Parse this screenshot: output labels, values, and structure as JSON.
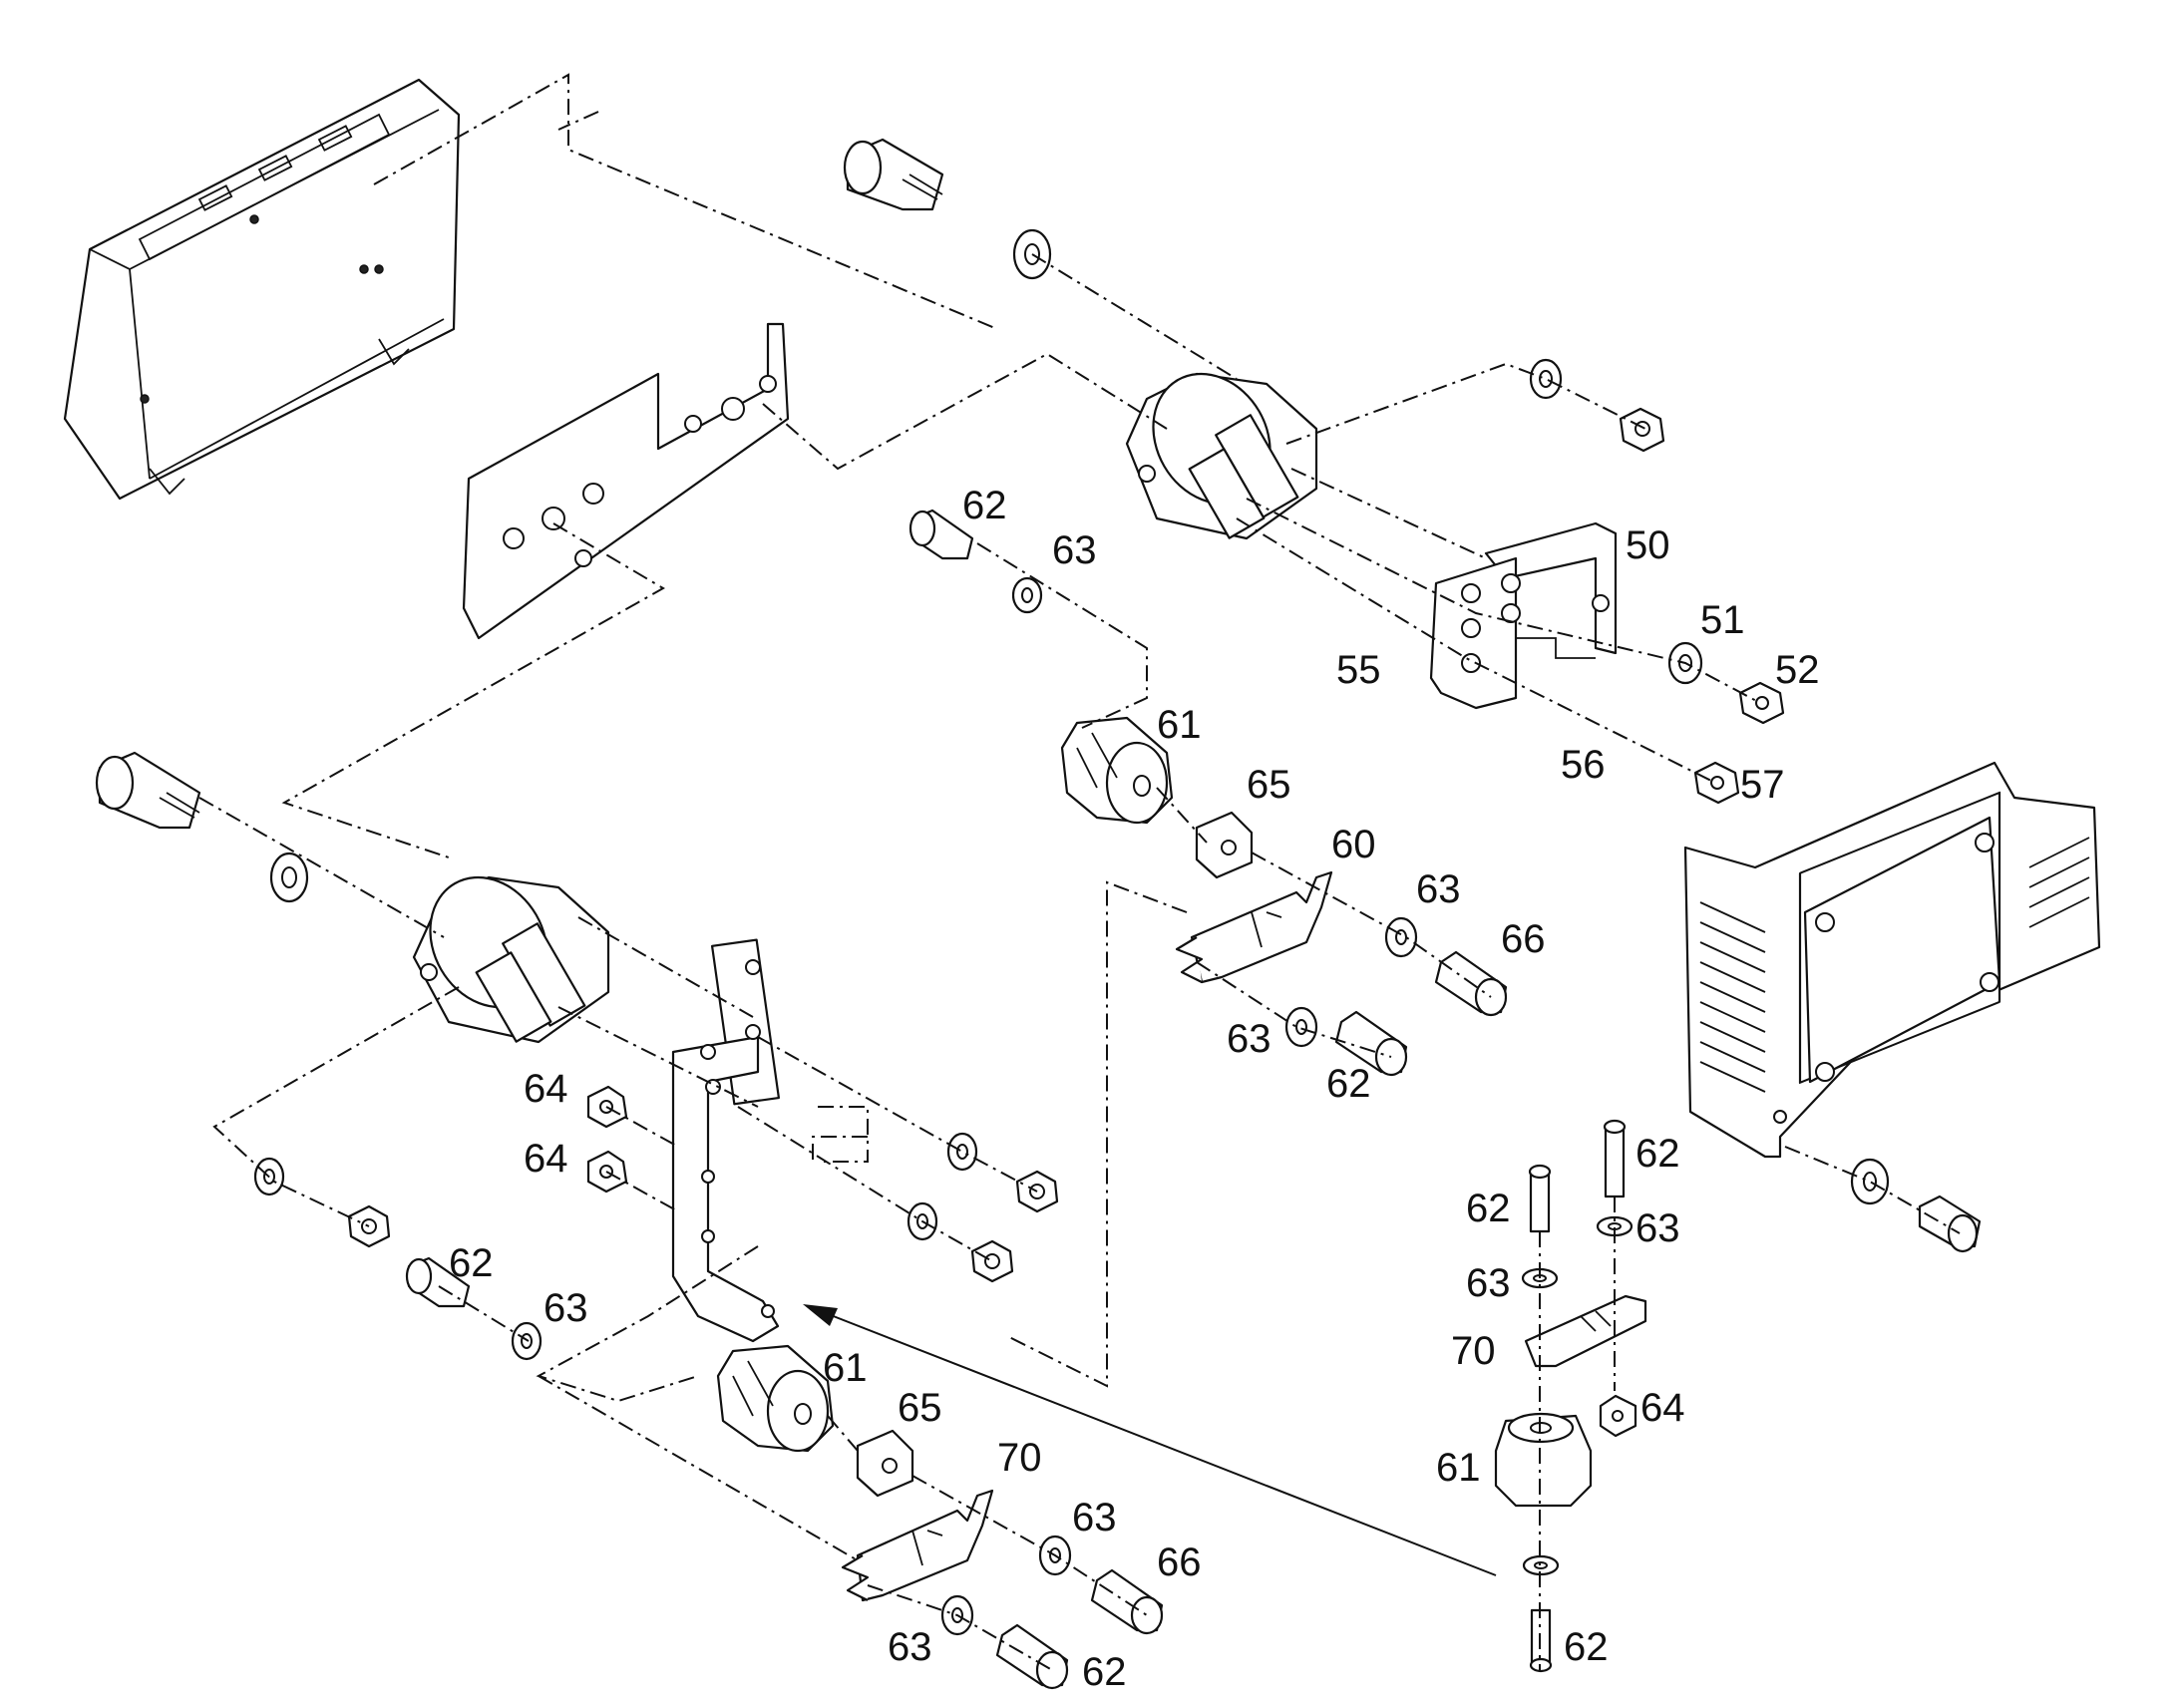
{
  "callouts": {
    "c50": "50",
    "c51": "51",
    "c52": "52",
    "c55": "55",
    "c56": "56",
    "c57": "57",
    "c60": "60",
    "c61a": "61",
    "c61b": "61",
    "c61c": "61",
    "c62a": "62",
    "c62b": "62",
    "c62c": "62",
    "c62d": "62",
    "c62e": "62",
    "c62f": "62",
    "c62g": "62",
    "c63a": "63",
    "c63b": "63",
    "c63c": "63",
    "c63d": "63",
    "c63e": "63",
    "c63f": "63",
    "c63g": "63",
    "c63h": "63",
    "c64a": "64",
    "c64b": "64",
    "c64c": "64",
    "c65a": "65",
    "c65b": "65",
    "c66a": "66",
    "c66b": "66",
    "c70a": "70",
    "c70b": "70"
  }
}
